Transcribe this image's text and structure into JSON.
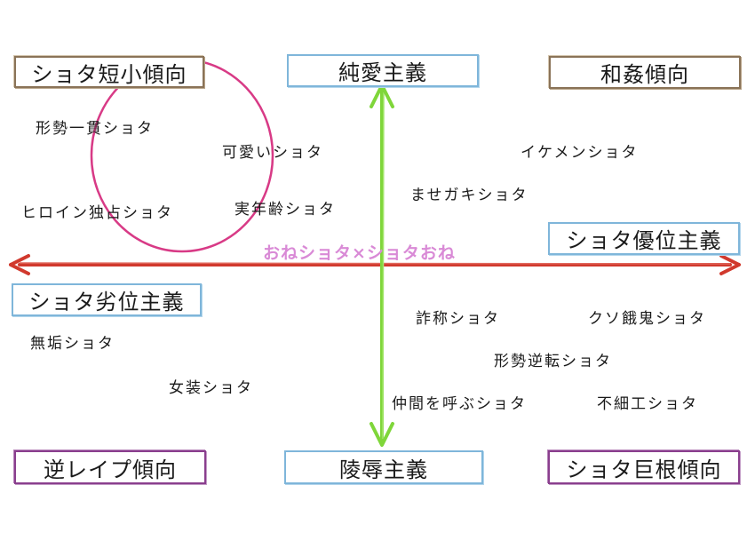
{
  "axes": {
    "top": "純愛主義",
    "bottom": "陵辱主義",
    "left": "ショタ劣位主義",
    "right": "ショタ優位主義",
    "center": "おねショタ×ショタおね"
  },
  "corners": {
    "top_left": "ショタ短小傾向",
    "top_right": "和姦傾向",
    "bottom_left": "逆レイプ傾向",
    "bottom_right": "ショタ巨根傾向"
  },
  "items": {
    "keisei_ikkan": "形勢一貫ショタ",
    "kawaii": "可愛いショタ",
    "heroine_dokusen": "ヒロイン独占ショタ",
    "jitsu_nenrei": "実年齢ショタ",
    "ikemen": "イケメンショタ",
    "masegaki": "ませガキショタ",
    "sashou": "詐称ショタ",
    "kusogaki": "クソ餓鬼ショタ",
    "keisei_gyakuten": "形勢逆転ショタ",
    "nakama": "仲間を呼ぶショタ",
    "busaiku": "不細工ショタ",
    "muku": "無垢ショタ",
    "josou": "女装ショタ"
  },
  "colors": {
    "vertical_axis": "#7fd63a",
    "horizontal_axis": "#d1392d",
    "circle": "#d83a86",
    "center_label": "#d98ad6",
    "box_brown": "#8a7358",
    "box_blue": "#7fb6da",
    "box_purple": "#8a3f8e"
  }
}
